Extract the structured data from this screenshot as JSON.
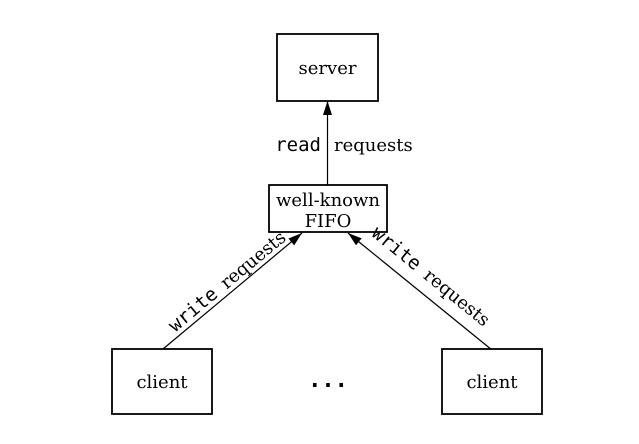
{
  "diagram": {
    "background_color": "#ffffff",
    "stroke_color": "#000000",
    "text_color": "#000000",
    "nodes": {
      "server": {
        "label": "server"
      },
      "fifo": {
        "line1": "well-known",
        "line2": "FIFO"
      },
      "client_left": {
        "label": "client"
      },
      "client_right": {
        "label": "client"
      }
    },
    "edges": {
      "read": {
        "verb": "read",
        "object": "requests"
      },
      "write_left": {
        "verb": "write",
        "object": "requests"
      },
      "write_right": {
        "verb": "write",
        "object": "requests"
      }
    },
    "ellipsis": "..."
  }
}
